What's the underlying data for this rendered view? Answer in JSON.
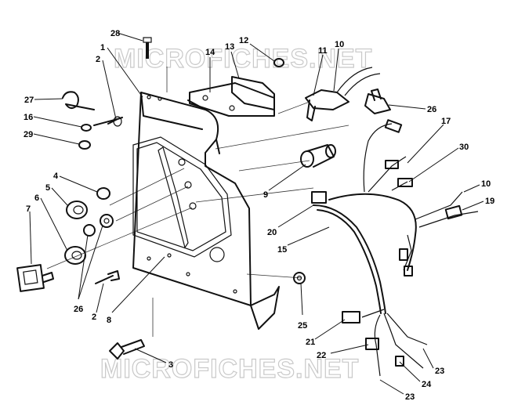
{
  "watermark": {
    "top": "MICROFICHES.NET",
    "bottom": "MICROFICHES.NET"
  },
  "callouts": {
    "n1": "1",
    "n2a": "2",
    "n2b": "2",
    "n4": "4",
    "n5": "5",
    "n6": "6",
    "n7": "7",
    "n8": "8",
    "n9": "9",
    "n10a": "10",
    "n10b": "10",
    "n11": "11",
    "n12": "12",
    "n13": "13",
    "n14": "14",
    "n15": "15",
    "n16": "16",
    "n17": "17",
    "n19": "19",
    "n20": "20",
    "n21": "21",
    "n22": "22",
    "n23a": "23",
    "n23b": "23",
    "n24": "24",
    "n25": "25",
    "n26a": "26",
    "n26b": "26",
    "n27": "27",
    "n28": "28",
    "n29": "29",
    "n30": "30",
    "n3": "3"
  }
}
